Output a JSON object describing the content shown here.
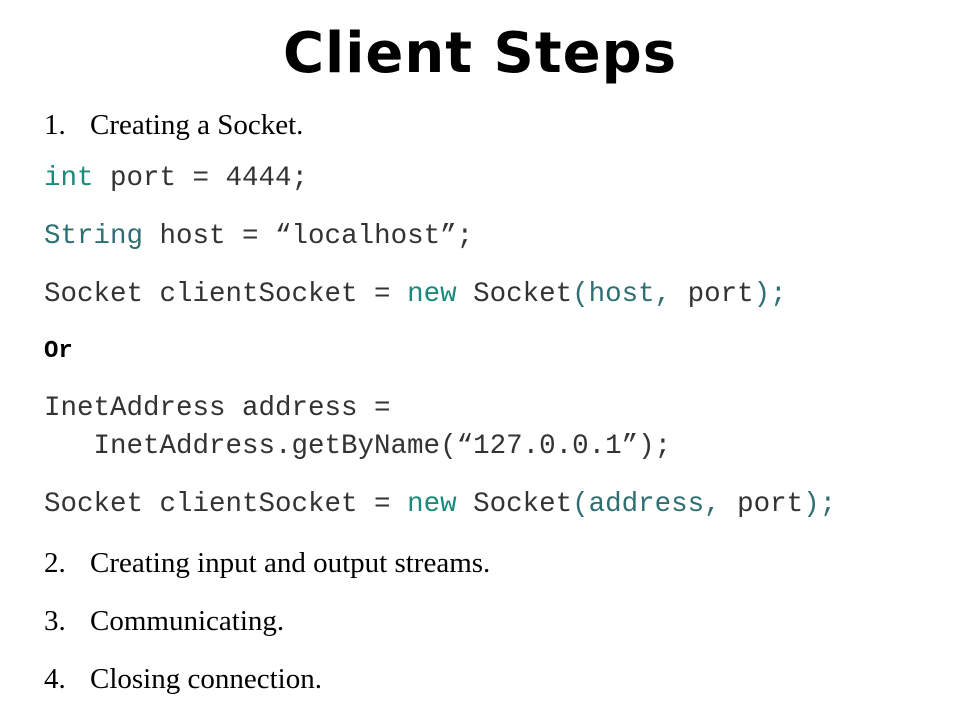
{
  "title": "Client Steps",
  "steps": [
    {
      "num": "1.",
      "label": "Creating a Socket."
    },
    {
      "num": "2.",
      "label": "Creating input and output streams."
    },
    {
      "num": "3.",
      "label": "Communicating."
    },
    {
      "num": "4.",
      "label": "Closing connection."
    }
  ],
  "code": {
    "line1": {
      "kw": "int",
      "rest": " port = 4444;"
    },
    "line2": {
      "type": "String",
      "rest": " host = “localhost”;"
    },
    "line3": {
      "a": "Socket clientSocket = ",
      "kw": "new",
      "b": " Socket",
      "paren": "(host,",
      "c": " port",
      "end": ");"
    },
    "or": "Or",
    "line4a": "InetAddress address =",
    "line4b": "   InetAddress.getByName(“127.0.0.1”);",
    "line5": {
      "a": "Socket clientSocket = ",
      "kw": "new",
      "b": " Socket",
      "paren": "(address,",
      "c": " port",
      "end": ");"
    }
  },
  "colors": {
    "keyword": "#1a8a7a",
    "type": "#2f6f73",
    "text": "#333333"
  }
}
